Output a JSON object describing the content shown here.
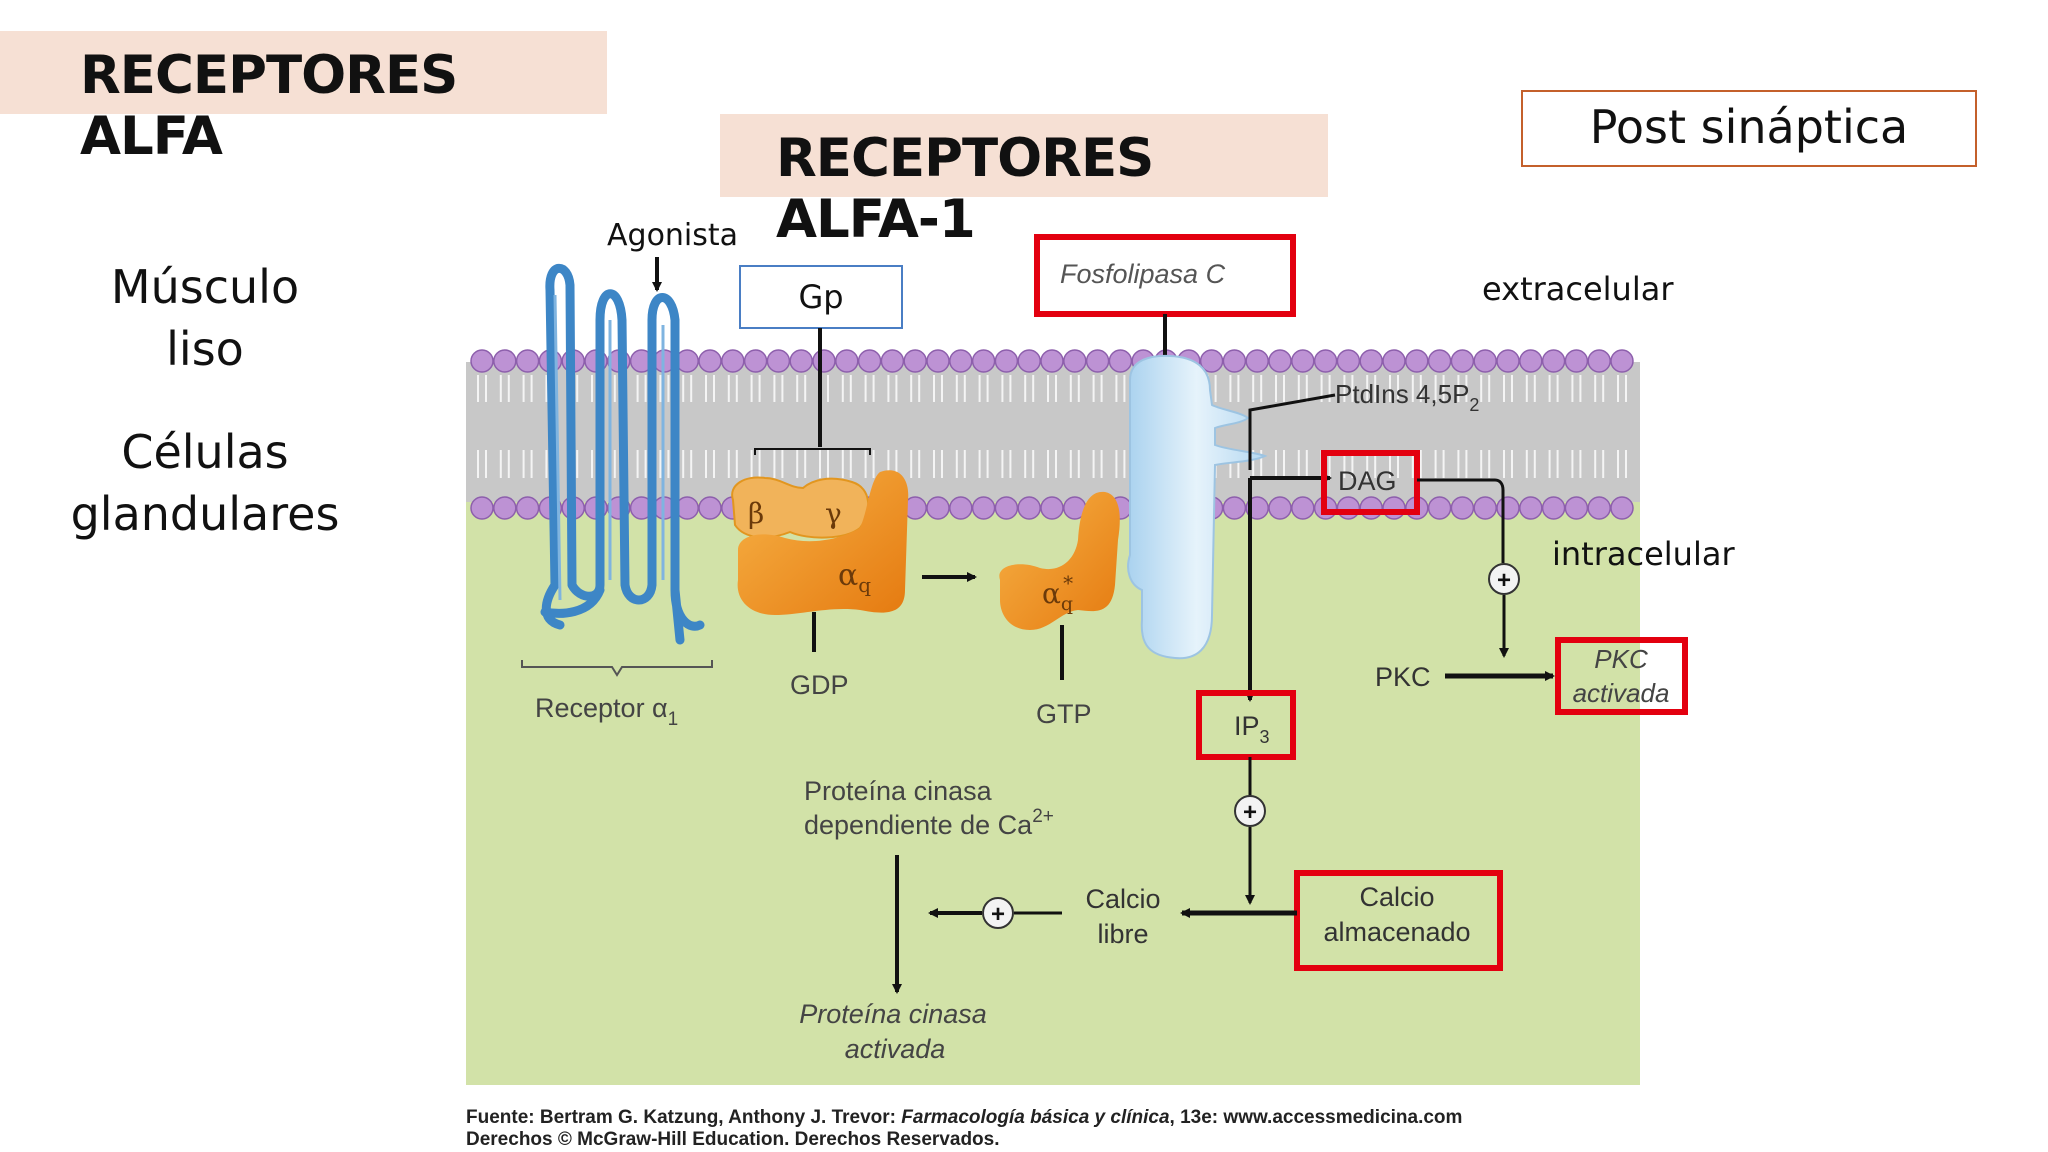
{
  "titles": {
    "main": "RECEPTORES ALFA",
    "sub": "RECEPTORES ALFA-1",
    "location": "Post sináptica"
  },
  "tissues": {
    "line1": "Músculo",
    "line2": "liso",
    "line3": "Células",
    "line4": "glandulares"
  },
  "diagram": {
    "agonist": "Agonista",
    "gp": "Gp",
    "plc": "Fosfolipasa C",
    "extracellular": "extracelular",
    "intracellular": "intracelular",
    "pip2": "PtdIns 4,5P",
    "pip2_sub": "2",
    "dag": "DAG",
    "receptor": "Receptor α",
    "receptor_sub": "1",
    "beta": "β",
    "gamma": "γ",
    "alpha_q": "α",
    "alpha_q_sub": "q",
    "alpha_q_star": "*",
    "gdp": "GDP",
    "gtp": "GTP",
    "ip3": "IP",
    "ip3_sub": "3",
    "pkc": "PKC",
    "pkc_act1": "PKC",
    "pkc_act2": "activada",
    "kinase1": "Proteína cinasa",
    "kinase2": "dependiente de Ca",
    "kinase2_sup": "2+",
    "free1": "Calcio",
    "free2": "libre",
    "stored1": "Calcio",
    "stored2": "almacenado",
    "activated1": "Proteína cinasa",
    "activated2": "activada",
    "plus": "+"
  },
  "source": {
    "line1_a": "Fuente: Bertram G. Katzung, Anthony J. Trevor: ",
    "line1_b": "Farmacología básica y clínica",
    "line1_c": ", 13e: www.accessmedicina.com",
    "line2": "Derechos © McGraw-Hill Education. Derechos Reservados."
  },
  "colors": {
    "title_bg": "#f6e0d4",
    "highlight_box": "#e3000f",
    "cytoplasm": "#d2e2a8",
    "lipid_head": "#b98fcf",
    "receptor": "#3d86c6",
    "g_protein": "#ee8a1c",
    "plc_body": "#cfe6f6"
  }
}
